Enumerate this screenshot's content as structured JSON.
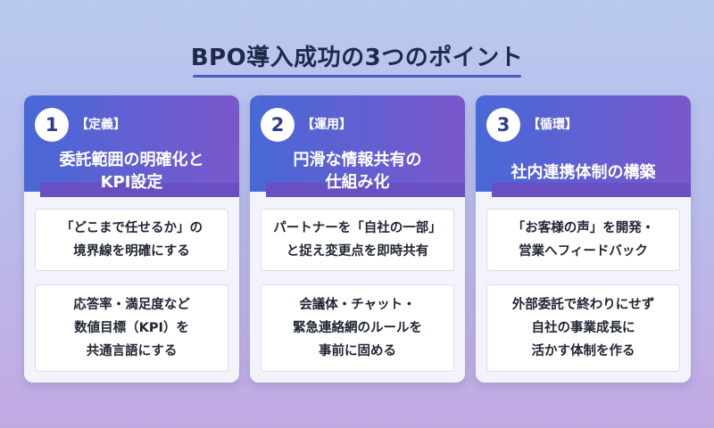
{
  "title": "BPO導入成功の3つのポイント",
  "cards": [
    {
      "number": "1",
      "tag": "【定義】",
      "title": "委託範囲の明確化と\nKPI設定",
      "items": [
        "「どこまで任せるか」の\n境界線を明確にする",
        "応答率・満足度など\n数値目標（KPI）を\n共通言語にする"
      ]
    },
    {
      "number": "2",
      "tag": "【運用】",
      "title": "円滑な情報共有の\n仕組み化",
      "items": [
        "パートナーを「自社の一部」\nと捉え変更点を即時共有",
        "会議体・チャット・\n緊急連絡網のルールを\n事前に固める"
      ]
    },
    {
      "number": "3",
      "tag": "【循環】",
      "title": "社内連携体制の構築",
      "items": [
        "「お客様の声」を開発・\n営業へフィードバック",
        "外部委託で終わりにせず\n自社の事業成長に\n活かす体制を作る"
      ]
    }
  ],
  "colors": {
    "header_gradient_start": "#4868d6",
    "header_gradient_end": "#7a58cc",
    "title_underline": "#4a5bc4",
    "number_text": "#2f3b8f"
  }
}
